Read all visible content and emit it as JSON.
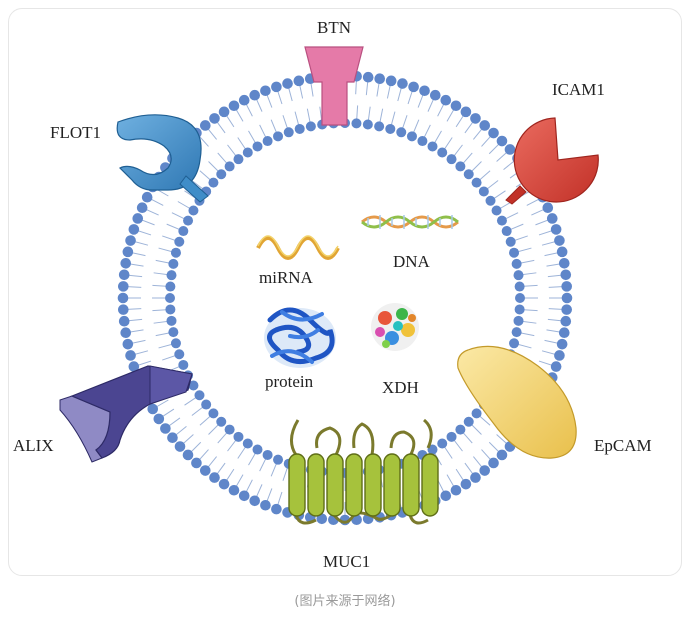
{
  "figure": {
    "proteins": {
      "btn": "BTN",
      "icam1": "ICAM1",
      "flot1": "FLOT1",
      "alix": "ALIX",
      "epcam": "EpCAM",
      "muc1": "MUC1"
    },
    "cargo": {
      "mirna": "miRNA",
      "dna": "DNA",
      "protein": "protein",
      "xdh": "XDH"
    },
    "colors": {
      "membrane": "#5f86c9",
      "btn": "#e57aa8",
      "icam1": "#d9423a",
      "flot1": "#3f8dc8",
      "alix": "#4b4591",
      "epcam": "#f3d46a",
      "muc1": "#a6c23c"
    }
  },
  "caption": "(图片来源于网络)"
}
